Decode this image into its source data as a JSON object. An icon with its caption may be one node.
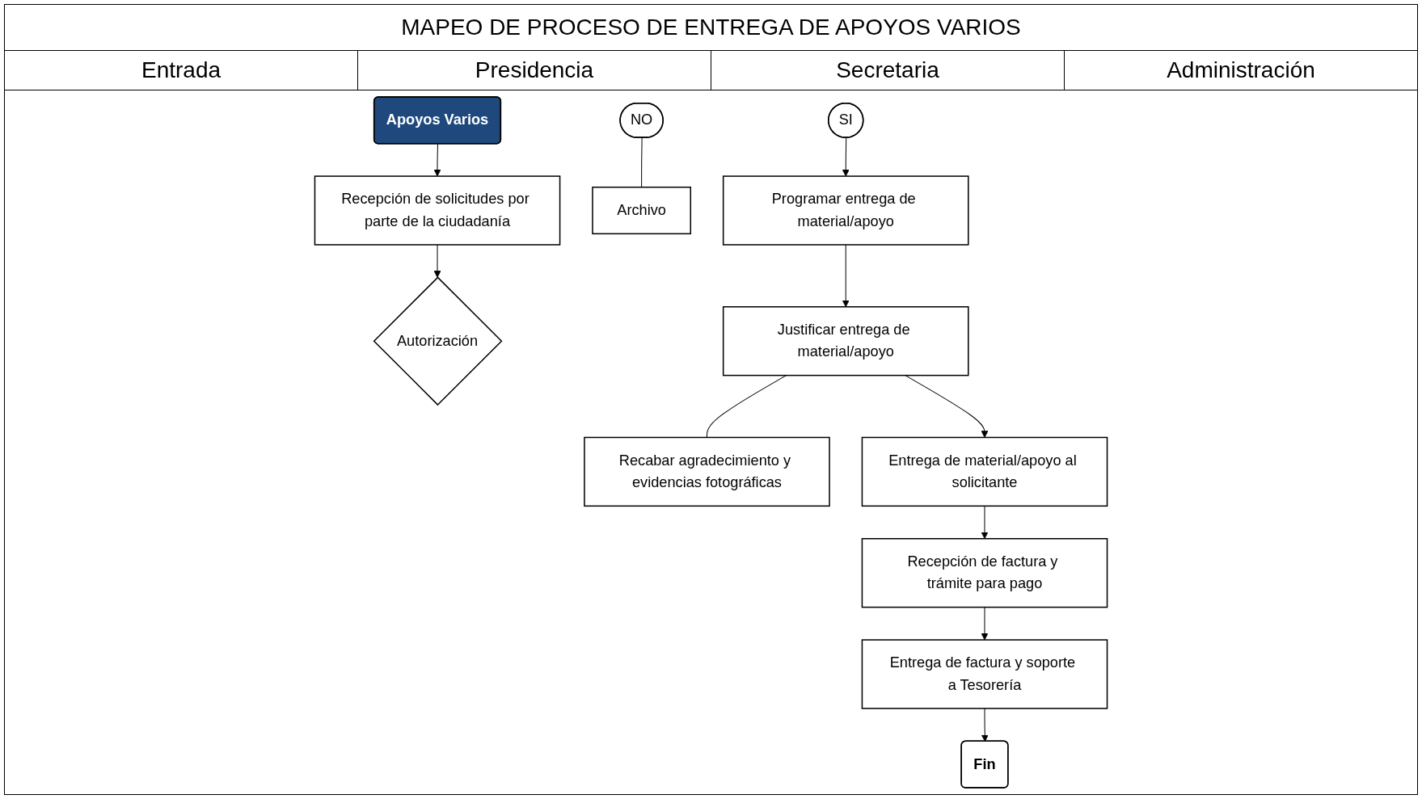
{
  "diagram": {
    "title": "MAPEO DE PROCESO DE ENTREGA DE APOYOS VARIOS",
    "nodes": [
      {
        "text": [
          "Apoyos Varios"
        ]
      },
      {
        "text": [
          "Recepción de solicitudes por parte de la ciudadanía"
        ]
      },
      {
        "text": [
          "Autorización"
        ]
      },
      {
        "text": [
          "NO"
        ]
      },
      {
        "text": [
          "SI"
        ]
      },
      {
        "text": [
          "Archivo"
        ]
      },
      {
        "text": [
          "Programar entrega de material/apoyo"
        ]
      },
      {
        "text": [
          "Justificar entrega de material/apoyo"
        ]
      },
      {
        "text": [
          "Recabar agradecimiento y evidencias fotográficas"
        ]
      },
      {
        "text": [
          "Entrega de material/apoyo al solicitante"
        ]
      },
      {
        "text": [
          "Recepción de factura y trámite para pago"
        ]
      },
      {
        "text": [
          "Entrega de factura y soporte a Tesorería"
        ]
      },
      {
        "text": [
          "Fin"
        ]
      }
    ],
    "edges": [
      {
        "from": 0,
        "to": 1,
        "arrow": "to"
      },
      {
        "from": 1,
        "to": 2,
        "arrow": "to"
      },
      {
        "from": 3,
        "to": 5,
        "arrow": "none"
      },
      {
        "from": 4,
        "to": 6,
        "arrow": "to"
      },
      {
        "from": 6,
        "to": 7,
        "arrow": "to"
      },
      {
        "from": 7,
        "to": 8,
        "arrow": "none"
      },
      {
        "from": 7,
        "to": 9,
        "arrow": "to"
      },
      {
        "from": 9,
        "to": 10,
        "arrow": "to"
      },
      {
        "from": 10,
        "to": 11,
        "arrow": "to"
      },
      {
        "from": 11,
        "to": 12,
        "arrow": "to"
      }
    ],
    "labels": [
      "Entrada",
      "Presidencia",
      "Secretaria",
      "Administración"
    ]
  }
}
